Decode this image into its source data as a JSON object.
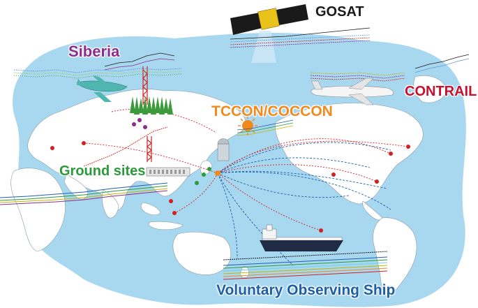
{
  "labels": {
    "gosat": "GOSAT",
    "siberia": "Siberia",
    "contrail": "CONTRAIL",
    "tccon": "TCCON/COCCON",
    "ground_sites": "Ground sites",
    "vos": "Voluntary Observing Ship"
  },
  "colors": {
    "ocean": "#a8d8f0",
    "land": "#ffffff",
    "gosat": "#1a1a1a",
    "siberia": "#8b2c8f",
    "contrail": "#c8102e",
    "tccon": "#f08a1c",
    "ground_sites": "#2a9a3a",
    "vos": "#1c5fa8",
    "route_red": "#d42020",
    "route_blue": "#1f5fb0"
  },
  "icons": [
    "satellite-icon",
    "airplane-icon",
    "tower-icon",
    "forest-icon",
    "sun-icon",
    "ship-icon",
    "airliner-icon"
  ]
}
